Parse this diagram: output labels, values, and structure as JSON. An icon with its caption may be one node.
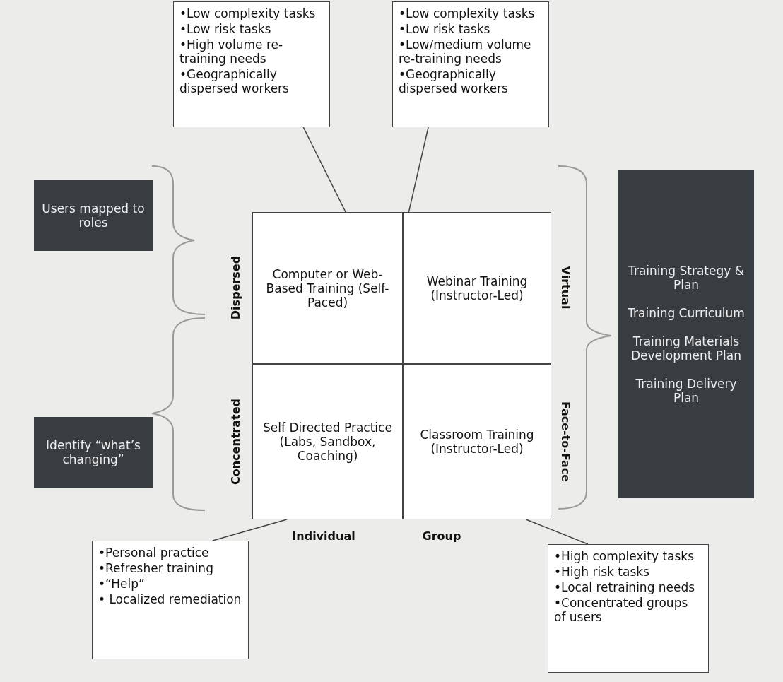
{
  "diagram": {
    "nodes": [
      {
        "text": [
          "•Low complexity tasks",
          "•Low risk tasks",
          "•High volume re-training needs",
          "•Geographically dispersed workers"
        ]
      },
      {
        "text": [
          "•Low complexity tasks",
          "•Low risk tasks",
          "•Low/medium volume re-training needs",
          "•Geographically dispersed workers"
        ]
      },
      {
        "text": [
          "Users mapped to roles"
        ]
      },
      {
        "text": [
          "Computer or Web-Based Training (Self-Paced)"
        ]
      },
      {
        "text": [
          "Webinar Training (Instructor-Led)"
        ]
      },
      {
        "text": [
          "Self Directed Practice (Labs, Sandbox, Coaching)"
        ]
      },
      {
        "text": [
          "Classroom Training (Instructor-Led)"
        ]
      },
      {
        "text": [
          "Identify “what’s changing”"
        ]
      },
      {
        "text": [
          "Training Strategy & Plan",
          "Training Curriculum",
          "Training Materials Development Plan",
          "Training Delivery Plan"
        ]
      },
      {
        "text": [
          "•Personal practice",
          "•Refresher training",
          "•“Help”",
          "• Localized remediation"
        ]
      },
      {
        "text": [
          "•High complexity tasks",
          "•High risk tasks",
          "•Local retraining needs",
          "•Concentrated groups of users"
        ]
      }
    ],
    "edges": [
      {
        "from": 0,
        "to": 3,
        "arrow": "none"
      },
      {
        "from": 1,
        "to": 4,
        "arrow": "none"
      },
      {
        "from": 9,
        "to": 5,
        "arrow": "none"
      },
      {
        "from": 10,
        "to": 6,
        "arrow": "none"
      }
    ],
    "labels": [
      "Dispersed",
      "Virtual",
      "Concentrated",
      "Face-to-Face",
      "Individual",
      "Group"
    ]
  }
}
